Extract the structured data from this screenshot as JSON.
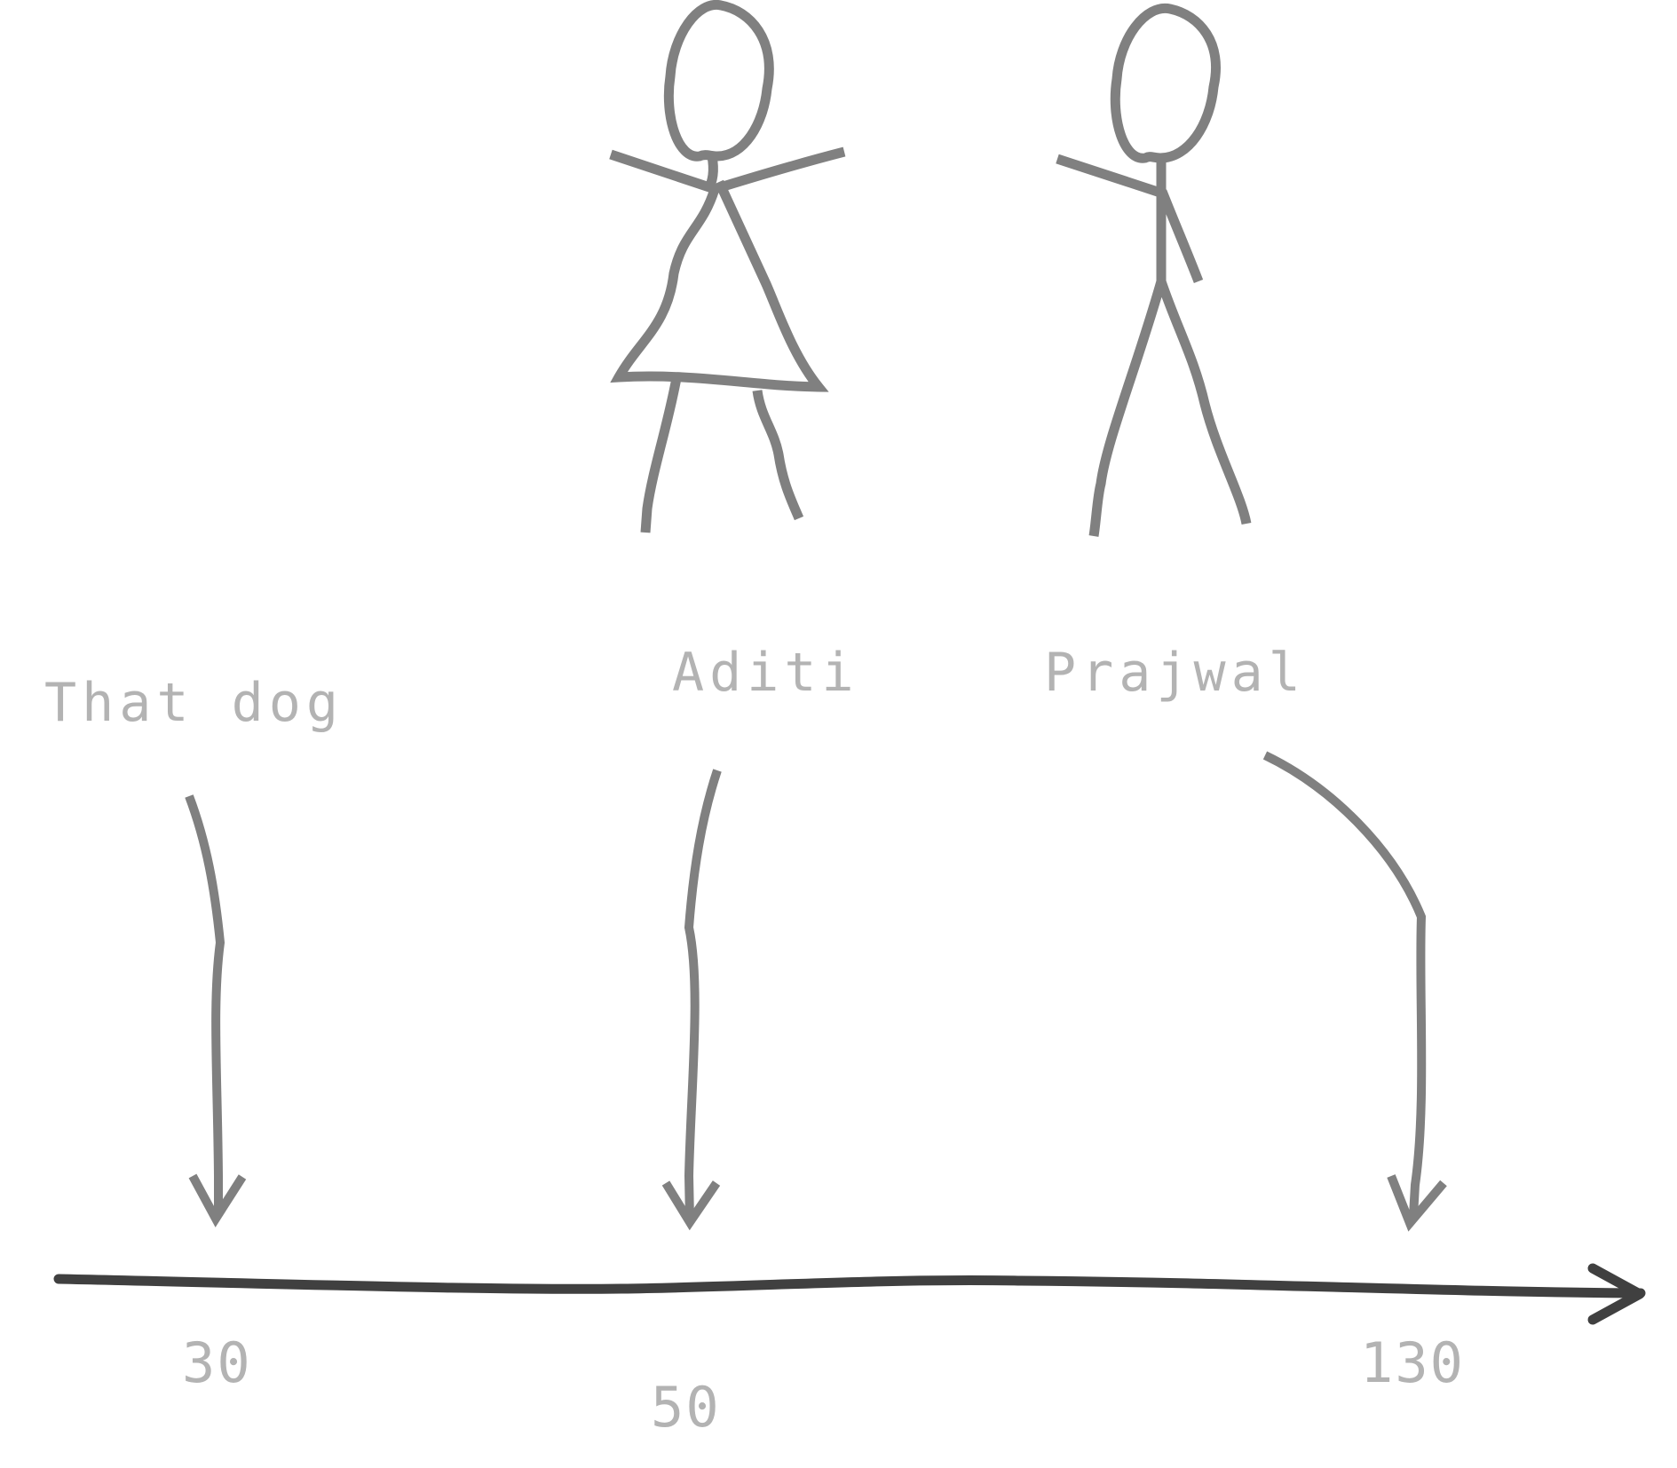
{
  "labels": {
    "dog": "That dog",
    "aditi": "Aditi",
    "prajwal": "Prajwal"
  },
  "values": {
    "dog": "30",
    "aditi": "50",
    "prajwal": "130"
  },
  "colors": {
    "figure_stroke": "#808080",
    "axis_stroke": "#404040",
    "label_text": "#b3b3b3",
    "background": "#ffffff"
  }
}
